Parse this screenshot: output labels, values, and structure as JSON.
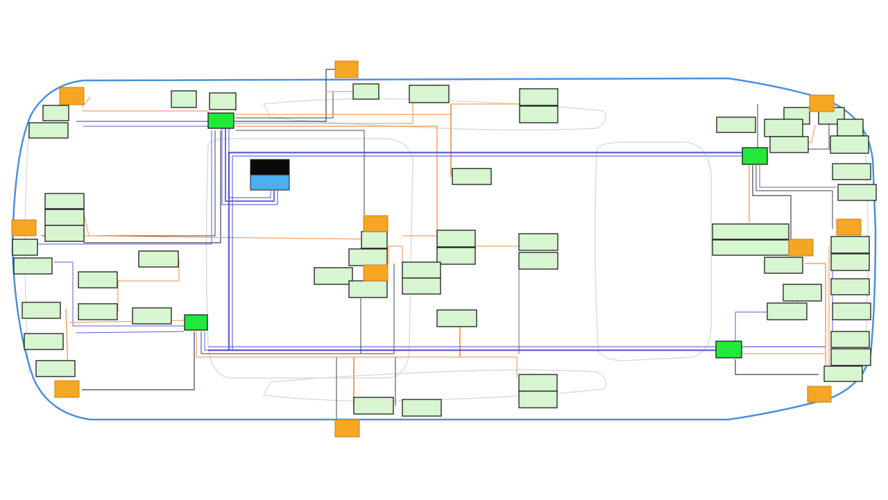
{
  "diagram": {
    "colors": {
      "body_outline": "#4a90d9",
      "silhouette": "#dcdcdc",
      "ecu_box": "#d6f5d0",
      "ecu_border": "#1a1a1a",
      "gateway": "#22e83a",
      "sensor": "#f5a623",
      "central_top": "#0a0a0a",
      "central_bottom": "#4aaef0",
      "wire_orange": "#f0a068",
      "wire_blue": "#5a5ad8",
      "wire_dark": "#3a4050",
      "backbone": "#5050d0"
    },
    "node_types": [
      "ecu",
      "gateway",
      "sensor",
      "central-unit"
    ]
  }
}
